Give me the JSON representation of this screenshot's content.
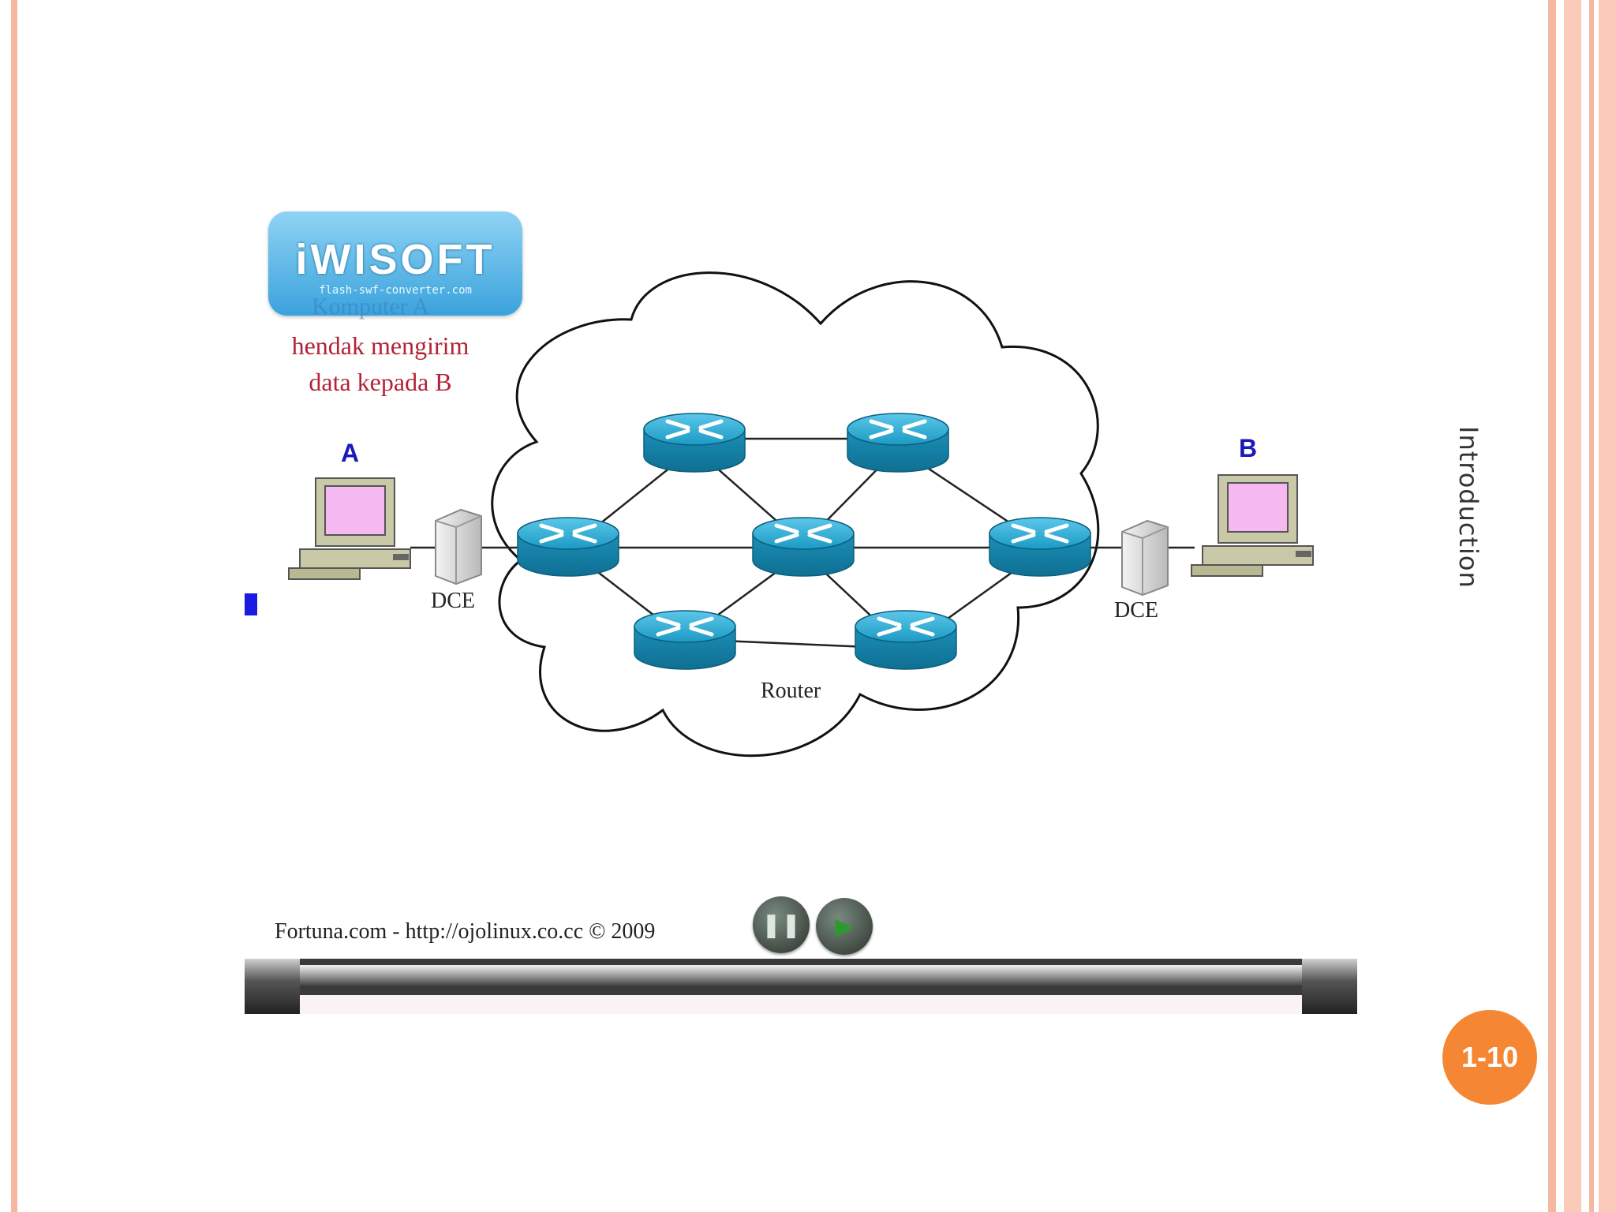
{
  "slide": {
    "side_title": "Introduction",
    "page_number": "1-10"
  },
  "diagram": {
    "logo_main": "iWISOFT",
    "logo_sub": "flash-swf-converter.com",
    "caption_faded": "Komputer A",
    "caption_line1": "hendak mengirim",
    "caption_line2": "data kepada B",
    "host_a": "A",
    "host_b": "B",
    "dce_left": "DCE",
    "dce_right": "DCE",
    "router_label": "Router",
    "footer": "Fortuna.com - http://ojolinux.co.cc © 2009"
  },
  "colors": {
    "router": "#1b9ac4",
    "accent": "#f58634",
    "caption": "#b22236",
    "host_label": "#1a1ab8"
  }
}
